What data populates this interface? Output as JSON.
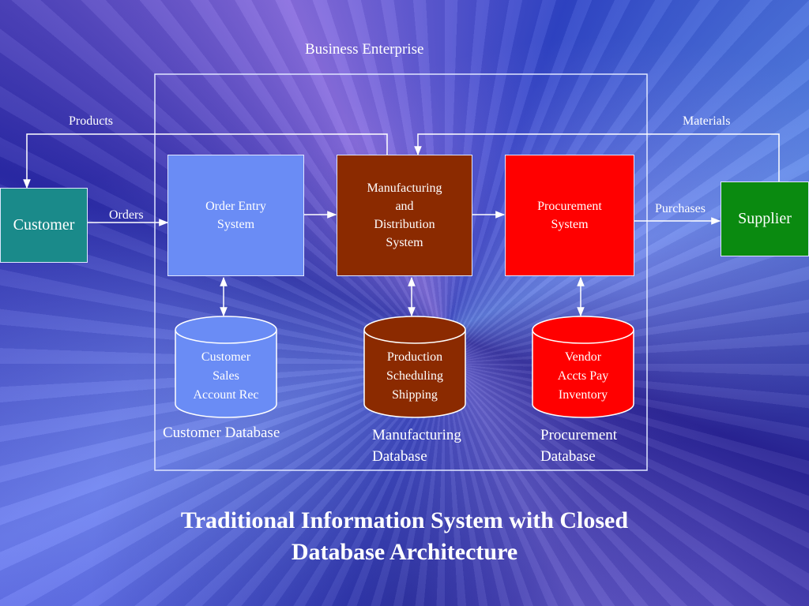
{
  "diagram": {
    "enterprise_label": "Business Enterprise",
    "flows": {
      "products": "Products",
      "materials": "Materials",
      "orders": "Orders",
      "purchases": "Purchases"
    },
    "customer": "Customer",
    "supplier": "Supplier",
    "systems": {
      "order_entry": [
        "Order Entry",
        "System"
      ],
      "manufacturing": [
        "Manufacturing",
        "and",
        "Distribution",
        "System"
      ],
      "procurement": [
        "Procurement",
        "System"
      ]
    },
    "databases": {
      "customer": {
        "contents": [
          "Customer",
          "Sales",
          "Account Rec"
        ],
        "caption": "Customer Database"
      },
      "manufacturing": {
        "contents": [
          "Production",
          "Scheduling",
          "Shipping"
        ],
        "caption": [
          "Manufacturing",
          "Database"
        ]
      },
      "procurement": {
        "contents": [
          "Vendor",
          "Accts Pay",
          "Inventory"
        ],
        "caption": [
          "Procurement",
          "Database"
        ]
      }
    },
    "colors": {
      "customer": "#1a8a8a",
      "supplier": "#0a8a10",
      "order_entry": "#6a8cf5",
      "manufacturing": "#8b2a00",
      "procurement": "#ff0000"
    }
  },
  "title_lines": [
    "Traditional Information System with Closed",
    "Database Architecture"
  ]
}
